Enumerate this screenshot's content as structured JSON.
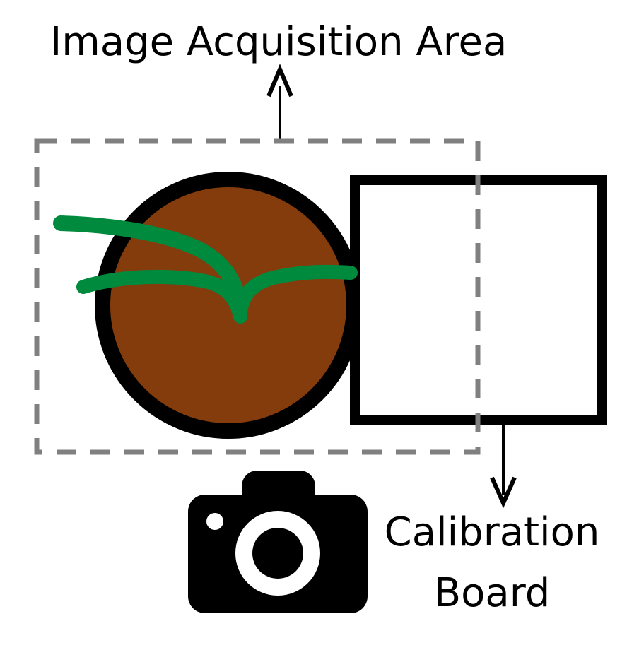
{
  "labels": {
    "acquisition_area": "Image Acquisition Area",
    "calibration_line1": "Calibration",
    "calibration_line2": "Board"
  },
  "colors": {
    "soil": "#843C0C",
    "plant": "#008A3E",
    "outline": "#000000",
    "dashed_area": "#808080",
    "board_fill": "#FFFFFF"
  },
  "icons": {
    "camera": "camera-icon"
  }
}
